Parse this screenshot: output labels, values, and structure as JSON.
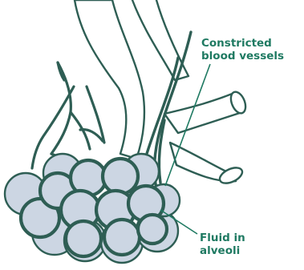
{
  "labels": {
    "vessels_line1": "Constricted",
    "vessels_line2": "blood vessels",
    "fluid_line1": "Fluid in",
    "fluid_line2": "alveoli"
  },
  "colors": {
    "outline": "#2e5e54",
    "alveolus_fill": "#ccd6e3",
    "vessel_fill": "#ffffff",
    "label_text": "#1f7a62",
    "leader_line": "#1f7a62"
  }
}
